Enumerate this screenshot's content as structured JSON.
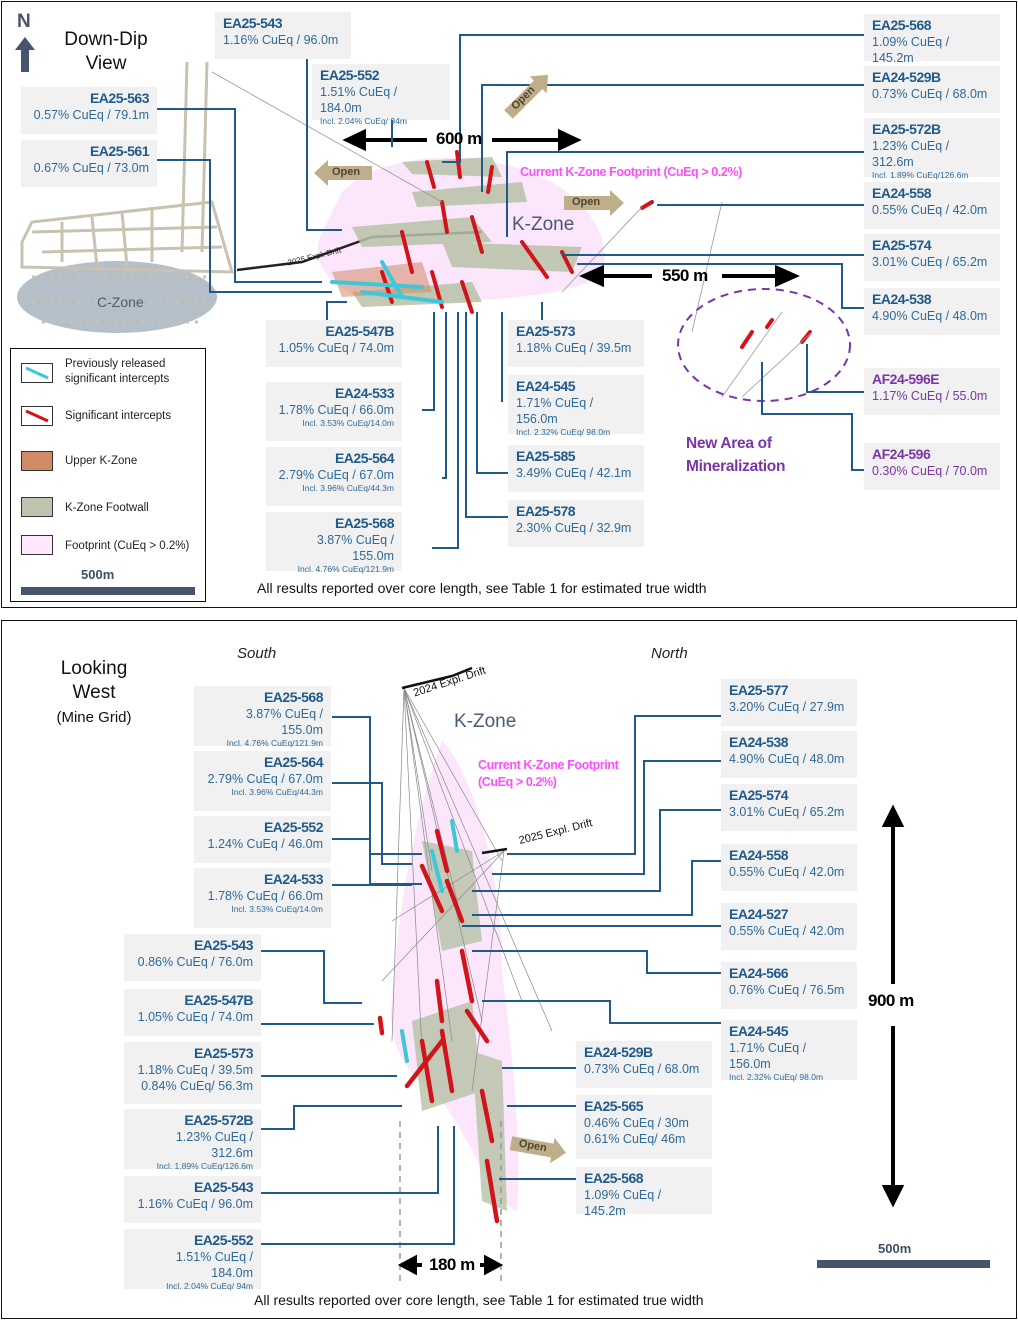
{
  "top_view": {
    "title_line1": "Down-Dip",
    "title_line2": "View",
    "north_label": "N",
    "kzone_label": "K-Zone",
    "czone_label": "C-Zone",
    "drift_label": "2025 Expl. Drift",
    "footprint_label": "Current K-Zone Footprint (CuEq > 0.2%)",
    "dim_600": "600 m",
    "dim_550": "550 m",
    "open_label": "Open",
    "new_area_line1": "New Area of",
    "new_area_line2": "Mineralization",
    "footnote": "All results reported over core length, see Table 1 for estimated true width",
    "scale_label": "500m",
    "legend": [
      {
        "label_line1": "Previously released",
        "label_line2": "significant intercepts",
        "color": "#3cc8d8"
      },
      {
        "label_line1": "Significant intercepts",
        "label_line2": "",
        "color": "#d0141a"
      },
      {
        "label_line1": "Upper K-Zone",
        "label_line2": "",
        "color": "#d08a66"
      },
      {
        "label_line1": "K-Zone Footwall",
        "label_line2": "",
        "color": "#bcc4b0"
      },
      {
        "label_line1": "Footprint (CuEq > 0.2%)",
        "label_line2": "",
        "color": "#fde8fd"
      }
    ],
    "labels": [
      {
        "id": "EA25-543",
        "grade": "1.16% CuEq / 96.0m",
        "incl": ""
      },
      {
        "id": "EA25-552",
        "grade": "1.51% CuEq / 184.0m",
        "incl": "Incl. 2.04% CuEq/ 94m"
      },
      {
        "id": "EA25-563",
        "grade": "0.57% CuEq / 79.1m",
        "incl": ""
      },
      {
        "id": "EA25-561",
        "grade": "0.67% CuEq / 73.0m",
        "incl": ""
      },
      {
        "id": "EA25-568",
        "grade": "1.09% CuEq / 145.2m",
        "incl": ""
      },
      {
        "id": "EA24-529B",
        "grade": "0.73% CuEq / 68.0m",
        "incl": ""
      },
      {
        "id": "EA25-572B",
        "grade": "1.23% CuEq / 312.6m",
        "incl": "Incl. 1.89% CuEq/126.6m"
      },
      {
        "id": "EA24-558",
        "grade": "0.55% CuEq / 42.0m",
        "incl": ""
      },
      {
        "id": "EA25-574",
        "grade": "3.01% CuEq / 65.2m",
        "incl": ""
      },
      {
        "id": "EA24-538",
        "grade": "4.90% CuEq / 48.0m",
        "incl": ""
      },
      {
        "id": "AF24-596E",
        "grade": "1.17% CuEq / 55.0m",
        "incl": ""
      },
      {
        "id": "AF24-596",
        "grade": "0.30% CuEq / 70.0m",
        "incl": ""
      },
      {
        "id": "EA25-547B",
        "grade": "1.05% CuEq / 74.0m",
        "incl": ""
      },
      {
        "id": "EA24-533",
        "grade": "1.78% CuEq / 66.0m",
        "incl": "Incl. 3.53% CuEq/14.0m"
      },
      {
        "id": "EA25-564",
        "grade": "2.79% CuEq / 67.0m",
        "incl": "Incl. 3.96% CuEq/44.3m"
      },
      {
        "id": "EA25-568",
        "grade": "3.87% CuEq / 155.0m",
        "incl": "Incl. 4.76% CuEq/121.9m"
      },
      {
        "id": "EA25-573",
        "grade": "1.18% CuEq / 39.5m",
        "incl": ""
      },
      {
        "id": "EA24-545",
        "grade": "1.71% CuEq / 156.0m",
        "incl": "Incl. 2.32% CuEq/ 98.0m"
      },
      {
        "id": "EA25-585",
        "grade": "3.49% CuEq / 42.1m",
        "incl": ""
      },
      {
        "id": "EA25-578",
        "grade": "2.30% CuEq / 32.9m",
        "incl": ""
      }
    ]
  },
  "section_view": {
    "title_line1": "Looking",
    "title_line2": "West",
    "title_line3": "(Mine Grid)",
    "south_label": "South",
    "north_label": "North",
    "kzone_label": "K-Zone",
    "footprint_line1": "Current K-Zone Footprint",
    "footprint_line2": "(CuEq > 0.2%)",
    "drift_2024": "2024 Expl. Drift",
    "drift_2025": "2025 Expl. Drift",
    "open_label": "Open",
    "dim_900": "900 m",
    "dim_180": "180 m",
    "scale_label": "500m",
    "footnote": "All results reported over core length, see Table 1 for estimated true width",
    "labels": [
      {
        "id": "EA25-568",
        "grade": "3.87% CuEq / 155.0m",
        "grade2": "",
        "incl": "Incl. 4.76% CuEq/121.9m"
      },
      {
        "id": "EA25-564",
        "grade": "2.79% CuEq / 67.0m",
        "grade2": "",
        "incl": "Incl. 3.96% CuEq/44.3m"
      },
      {
        "id": "EA25-552",
        "grade": "1.24% CuEq / 46.0m",
        "grade2": "",
        "incl": ""
      },
      {
        "id": "EA24-533",
        "grade": "1.78% CuEq / 66.0m",
        "grade2": "",
        "incl": "Incl. 3.53% CuEq/14.0m"
      },
      {
        "id": "EA25-543",
        "grade": "0.86% CuEq / 76.0m",
        "grade2": "",
        "incl": ""
      },
      {
        "id": "EA25-547B",
        "grade": "1.05% CuEq / 74.0m",
        "grade2": "",
        "incl": ""
      },
      {
        "id": "EA25-573",
        "grade": "1.18% CuEq / 39.5m",
        "grade2": "0.84% CuEq/ 56.3m",
        "incl": ""
      },
      {
        "id": "EA25-572B",
        "grade": "1.23% CuEq / 312.6m",
        "grade2": "",
        "incl": "Incl. 1.89% CuEq/126.6m"
      },
      {
        "id": "EA25-543",
        "grade": "1.16% CuEq / 96.0m",
        "grade2": "",
        "incl": ""
      },
      {
        "id": "EA25-552",
        "grade": "1.51% CuEq / 184.0m",
        "grade2": "",
        "incl": "Incl. 2.04% CuEq/ 94m"
      },
      {
        "id": "EA25-577",
        "grade": "3.20% CuEq / 27.9m",
        "grade2": "",
        "incl": ""
      },
      {
        "id": "EA24-538",
        "grade": "4.90% CuEq / 48.0m",
        "grade2": "",
        "incl": ""
      },
      {
        "id": "EA25-574",
        "grade": "3.01% CuEq / 65.2m",
        "grade2": "",
        "incl": ""
      },
      {
        "id": "EA24-558",
        "grade": "0.55% CuEq / 42.0m",
        "grade2": "",
        "incl": ""
      },
      {
        "id": "EA24-527",
        "grade": "0.55% CuEq / 42.0m",
        "grade2": "",
        "incl": ""
      },
      {
        "id": "EA24-566",
        "grade": "0.76% CuEq / 76.5m",
        "grade2": "",
        "incl": ""
      },
      {
        "id": "EA24-545",
        "grade": "1.71% CuEq / 156.0m",
        "grade2": "",
        "incl": "Incl. 2.32% CuEq/ 98.0m"
      },
      {
        "id": "EA24-529B",
        "grade": "0.73% CuEq / 68.0m",
        "grade2": "",
        "incl": ""
      },
      {
        "id": "EA25-565",
        "grade": "0.46% CuEq / 30m",
        "grade2": "0.61% CuEq/ 46m",
        "incl": ""
      },
      {
        "id": "EA25-568",
        "grade": "1.09% CuEq / 145.2m",
        "grade2": "",
        "incl": ""
      }
    ]
  },
  "colors": {
    "label_text": "#1f5a8a",
    "leader_line": "#1f5a8a",
    "new_area": "#7a35a8",
    "footprint_text": "#ff4dff",
    "significant_intercept": "#d0141a",
    "previous_intercept": "#3cc8d8",
    "open_arrow": "#bfae8a"
  }
}
